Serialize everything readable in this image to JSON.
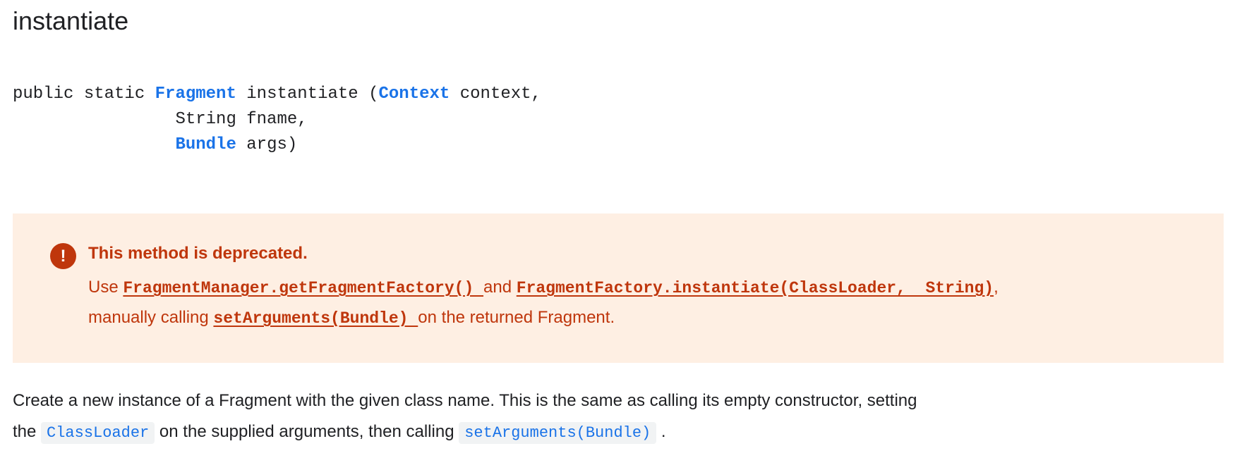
{
  "heading": {
    "text": "instantiate"
  },
  "colors": {
    "link_blue": "#1a73e8",
    "deprecation_fg": "#bf360c",
    "deprecation_bg": "#feefe3",
    "body_text": "#202124",
    "chip_bg": "#f1f3f4"
  },
  "signature": {
    "lines": [
      [
        {
          "type": "plain",
          "text": "public static "
        },
        {
          "type": "link",
          "text": "Fragment"
        },
        {
          "type": "plain",
          "text": " instantiate ("
        },
        {
          "type": "link",
          "text": "Context"
        },
        {
          "type": "plain",
          "text": " context, "
        }
      ],
      [
        {
          "type": "plain",
          "text": "                String fname, "
        }
      ],
      [
        {
          "type": "plain",
          "text": "                "
        },
        {
          "type": "link",
          "text": "Bundle"
        },
        {
          "type": "plain",
          "text": " args)"
        }
      ]
    ]
  },
  "deprecation": {
    "icon": "error-exclamation-icon",
    "icon_glyph": "!",
    "title": "This method is deprecated.",
    "lines": [
      [
        {
          "type": "plain",
          "text": "Use "
        },
        {
          "type": "codelink",
          "text": "FragmentManager.getFragmentFactory() "
        },
        {
          "type": "plain",
          "text": "and "
        },
        {
          "type": "codelink",
          "text": "FragmentFactory.instantiate(ClassLoader,  String)"
        },
        {
          "type": "plain",
          "text": ","
        }
      ],
      [
        {
          "type": "plain",
          "text": "manually calling "
        },
        {
          "type": "codelink",
          "text": "setArguments(Bundle) "
        },
        {
          "type": "plain",
          "text": "on the returned Fragment."
        }
      ]
    ]
  },
  "description": {
    "lines": [
      [
        {
          "type": "plain",
          "text": "Create a new instance of a Fragment with the given class name. This is the same as calling its empty constructor, setting"
        }
      ],
      [
        {
          "type": "plain",
          "text": "the "
        },
        {
          "type": "chip",
          "text": "ClassLoader"
        },
        {
          "type": "plain",
          "text": " on the supplied arguments, then calling "
        },
        {
          "type": "chip",
          "text": "setArguments(Bundle)"
        },
        {
          "type": "plain",
          "text": " ."
        }
      ]
    ]
  }
}
